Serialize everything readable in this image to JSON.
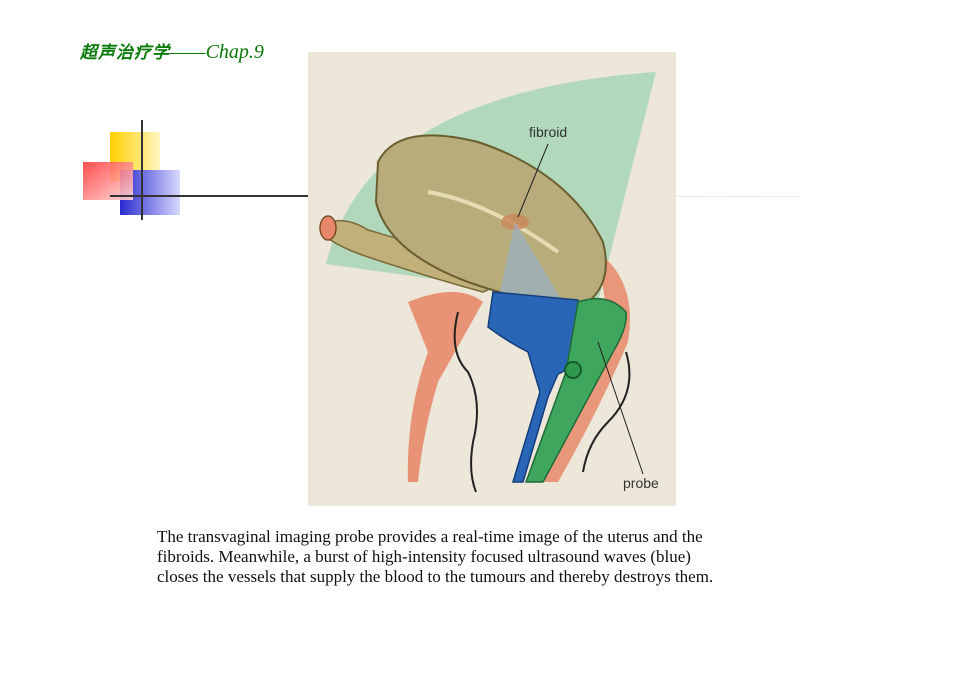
{
  "header": {
    "title_cn": "超声治疗学",
    "title_sep": "——",
    "title_en": "Chap.9"
  },
  "figure": {
    "label_fibroid": "fibroid",
    "label_probe": "probe"
  },
  "caption": {
    "line1": "The transvaginal imaging probe provides a real-time image of the uterus and the",
    "line2": "fibroids. Meanwhile, a burst of high-intensity focused ultrasound waves (blue)",
    "line3": "closes the vessels that supply the blood to the tumours and thereby destroys them."
  },
  "colors": {
    "title_green": "#0a7a0a",
    "figure_bg": "#ece7d9",
    "beam_green": "#9fd3b0",
    "probe_green": "#3fa65d",
    "focus_blue": "#2a66b8",
    "tissue_orange": "#e8886a",
    "uterus_olive": "#b7ac7a"
  }
}
